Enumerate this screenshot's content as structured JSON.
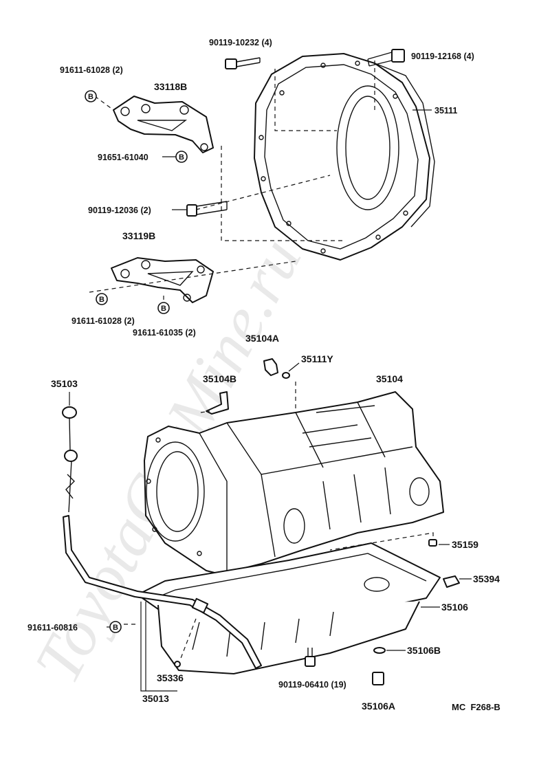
{
  "watermark": "ToyotaCarMine.ru",
  "labels": {
    "p90119_10232": "90119-10232 (4)",
    "p90119_12168": "90119-12168 (4)",
    "p91611_61028_top": "91611-61028 (2)",
    "p33118B": "33118B",
    "p35111": "35111",
    "p91651_61040": "91651-61040",
    "p90119_12036": "90119-12036 (2)",
    "p33119B": "33119B",
    "p91611_61028_bot": "91611-61028 (2)",
    "p91611_61035": "91611-61035 (2)",
    "p35104A": "35104A",
    "p35111Y": "35111Y",
    "p35103": "35103",
    "p35104B": "35104B",
    "p35104": "35104",
    "p35159": "35159",
    "p35394": "35394",
    "p35106": "35106",
    "p91611_60816": "91611-60816",
    "p35106B": "35106B",
    "p35336": "35336",
    "p90119_06410": "90119-06410 (19)",
    "p35013": "35013",
    "p35106A": "35106A",
    "ref_code": "MC  F268-B"
  },
  "marker_letter": "B"
}
